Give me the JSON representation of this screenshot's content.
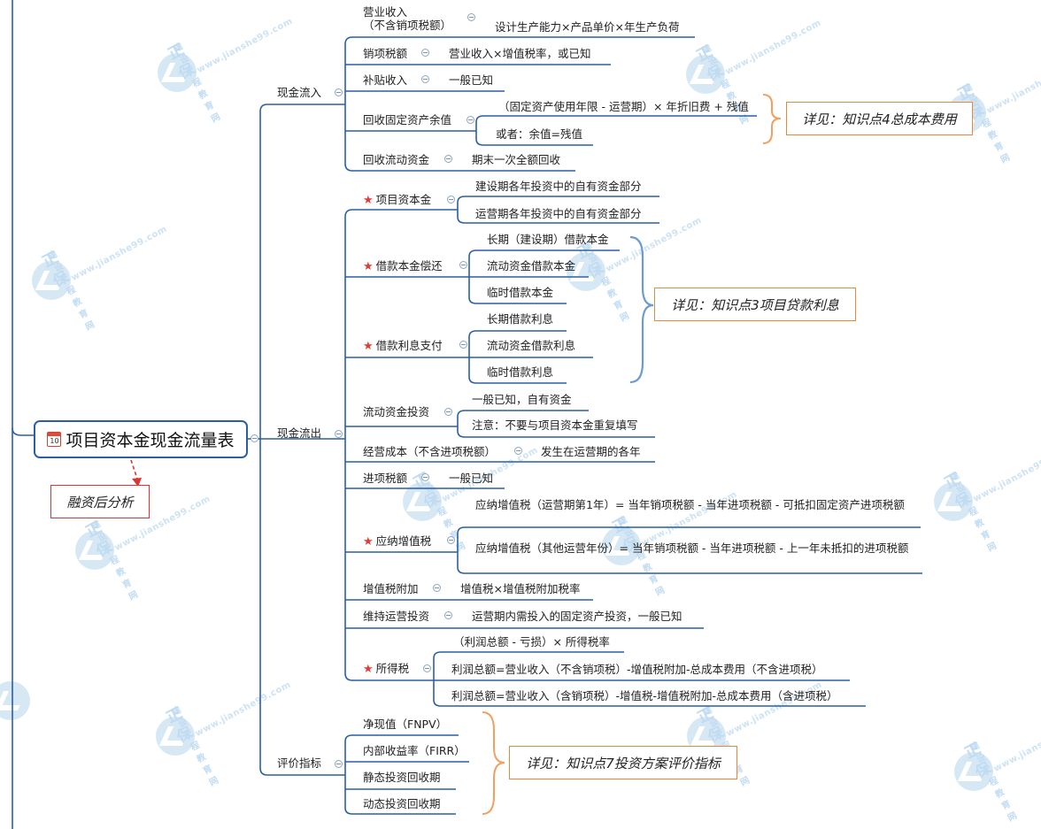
{
  "root": {
    "title": "项目资本金现金流量表",
    "calendar_day": "10"
  },
  "sub_note": "融资后分析",
  "branches": {
    "inflow": {
      "label": "现金流入",
      "items": {
        "revenue": {
          "label": "营业收入\n（不含销项税额）",
          "detail": "设计生产能力×产品单价×年生产负荷"
        },
        "output_tax": {
          "label": "销项税额",
          "detail": "营业收入×增值税率，或已知"
        },
        "subsidy": {
          "label": "补贴收入",
          "detail": "一般已知"
        },
        "residual": {
          "label": "回收固定资产余值",
          "detail1": "（固定资产使用年限 - 运营期）× 年折旧费 + 残值",
          "detail2": "或者：余值=残值"
        },
        "working_capital": {
          "label": "回收流动资金",
          "detail": "期末一次全额回收"
        }
      }
    },
    "outflow": {
      "label": "现金流出",
      "items": {
        "equity": {
          "label": "项目资本金",
          "d1": "建设期各年投资中的自有资金部分",
          "d2": "运营期各年投资中的自有资金部分"
        },
        "principal": {
          "label": "借款本金偿还",
          "d1": "长期（建设期）借款本金",
          "d2": "流动资金借款本金",
          "d3": "临时借款本金"
        },
        "interest": {
          "label": "借款利息支付",
          "d1": "长期借款利息",
          "d2": "流动资金借款利息",
          "d3": "临时借款利息"
        },
        "wc_invest": {
          "label": "流动资金投资",
          "d1": "一般已知，自有资金",
          "d2": "注意：不要与项目资本金重复填写"
        },
        "op_cost": {
          "label": "经营成本（不含进项税额）",
          "detail": "发生在运营期的各年"
        },
        "input_tax": {
          "label": "进项税额",
          "detail": "一般已知"
        },
        "vat": {
          "label": "应纳增值税",
          "d1": "应纳增值税（运营期第1年）= 当年销项税额 - 当年进项税额 - 可抵扣固定资产进项税额",
          "d2": "应纳增值税（其他运营年份）= 当年销项税额 - 当年进项税额 - 上一年未抵扣的进项税额"
        },
        "vat_surcharge": {
          "label": "增值税附加",
          "detail": "增值税×增值税附加税率"
        },
        "maintenance": {
          "label": "维持运营投资",
          "detail": "运营期内需投入的固定资产投资，一般已知"
        },
        "income_tax": {
          "label": "所得税",
          "d1": "（利润总额 - 亏损）× 所得税率",
          "d2": "利润总额=营业收入（不含销项税）-增值税附加-总成本费用（不含进项税）",
          "d3": "利润总额=营业收入（含销项税）-增值税-增值税附加-总成本费用（含进项税）"
        }
      }
    },
    "evaluation": {
      "label": "评价指标",
      "items": {
        "npv": "净现值（FNPV）",
        "irr": "内部收益率（FIRR）",
        "static_pb": "静态投资回收期",
        "dynamic_pb": "动态投资回收期"
      }
    }
  },
  "notes": {
    "n1": "详见：知识点4总成本费用",
    "n2": "详见：知识点3项目贷款利息",
    "n3": "详见：知识点7投资方案评价指标"
  },
  "watermark": {
    "brand": "正保",
    "sub": "建设工程教育网",
    "url": "www.jianshe99.com"
  },
  "colors": {
    "line": "#2a5fa6",
    "note_border": "#e08a3c",
    "brace": "#f0a060",
    "brace_blue": "#6c9bd2",
    "star": "#e53935"
  }
}
